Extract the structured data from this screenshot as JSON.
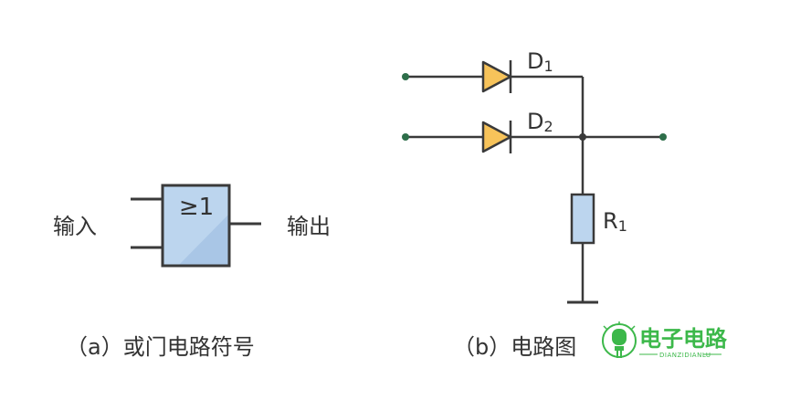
{
  "gate": {
    "symbol": "≥1",
    "input_label": "输入",
    "output_label": "输出",
    "caption": "（a）或门电路符号"
  },
  "circuit": {
    "d1_label": "D",
    "d1_sub": "1",
    "d2_label": "D",
    "d2_sub": "2",
    "r1_label": "R",
    "r1_sub": "1",
    "caption": "（b）电路图"
  },
  "logo": {
    "text": "电子电路",
    "subtext": "DIANZIDIANLU",
    "color": "#3cb84a"
  },
  "colors": {
    "gate_fill": "#bcd5ee",
    "gate_shadow": "#a9c6e6",
    "diode_fill": "#f7c35a",
    "resistor_fill": "#bcd5ee",
    "wire": "#3a3a3a",
    "terminal": "#2e6e4a"
  }
}
